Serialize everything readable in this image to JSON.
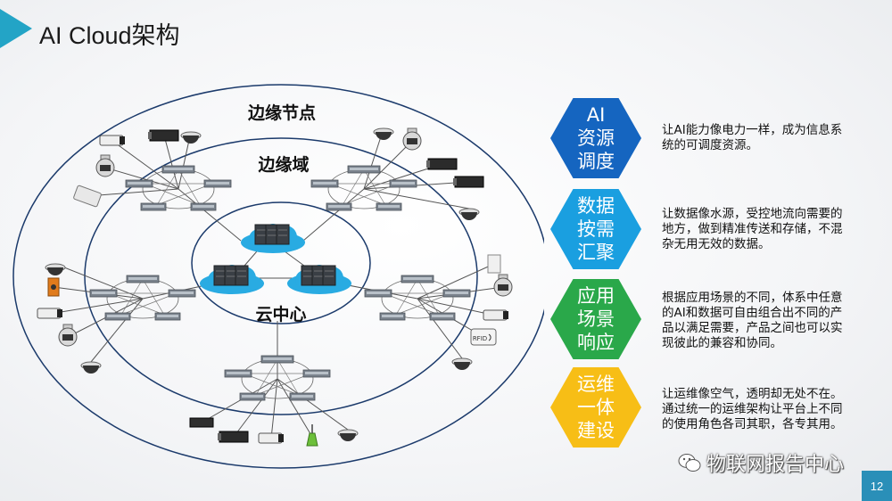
{
  "header": {
    "title": "AI Cloud架构"
  },
  "diagram": {
    "labels": {
      "edge_nodes": "边缘节点",
      "edge_domain": "边缘域",
      "cloud_center": "云中心"
    },
    "device_tags": {
      "rfid": "RFID"
    }
  },
  "features": [
    {
      "title": "AI\n资源\n调度",
      "desc": "让AI能力像电力一样，成为信息系统的可调度资源。",
      "color": "#1565c0"
    },
    {
      "title": "数据\n按需\n汇聚",
      "desc": "让数据像水源，受控地流向需要的地方，做到精准传送和存储，不混杂无用无效的数据。",
      "color": "#1a9fe0"
    },
    {
      "title": "应用\n场景\n响应",
      "desc": "根据应用场景的不同，体系中任意的AI和数据可自由组合出不同的产品以满足需要，产品之间也可以实现彼此的兼容和协同。",
      "color": "#2aa84a"
    },
    {
      "title": "运维\n一体\n建设",
      "desc": "让运维像空气，透明却无处不在。通过统一的运维架构让平台上不同的使用角色各司其职，各专其用。",
      "color": "#f7be16"
    }
  ],
  "footer": {
    "watermark": "物联网报告中心",
    "page_number": "12"
  },
  "colors": {
    "ring": "#1b3a6b",
    "accent": "#23a4c6",
    "switch": "#6e7680",
    "cloud": "#29abe2"
  }
}
